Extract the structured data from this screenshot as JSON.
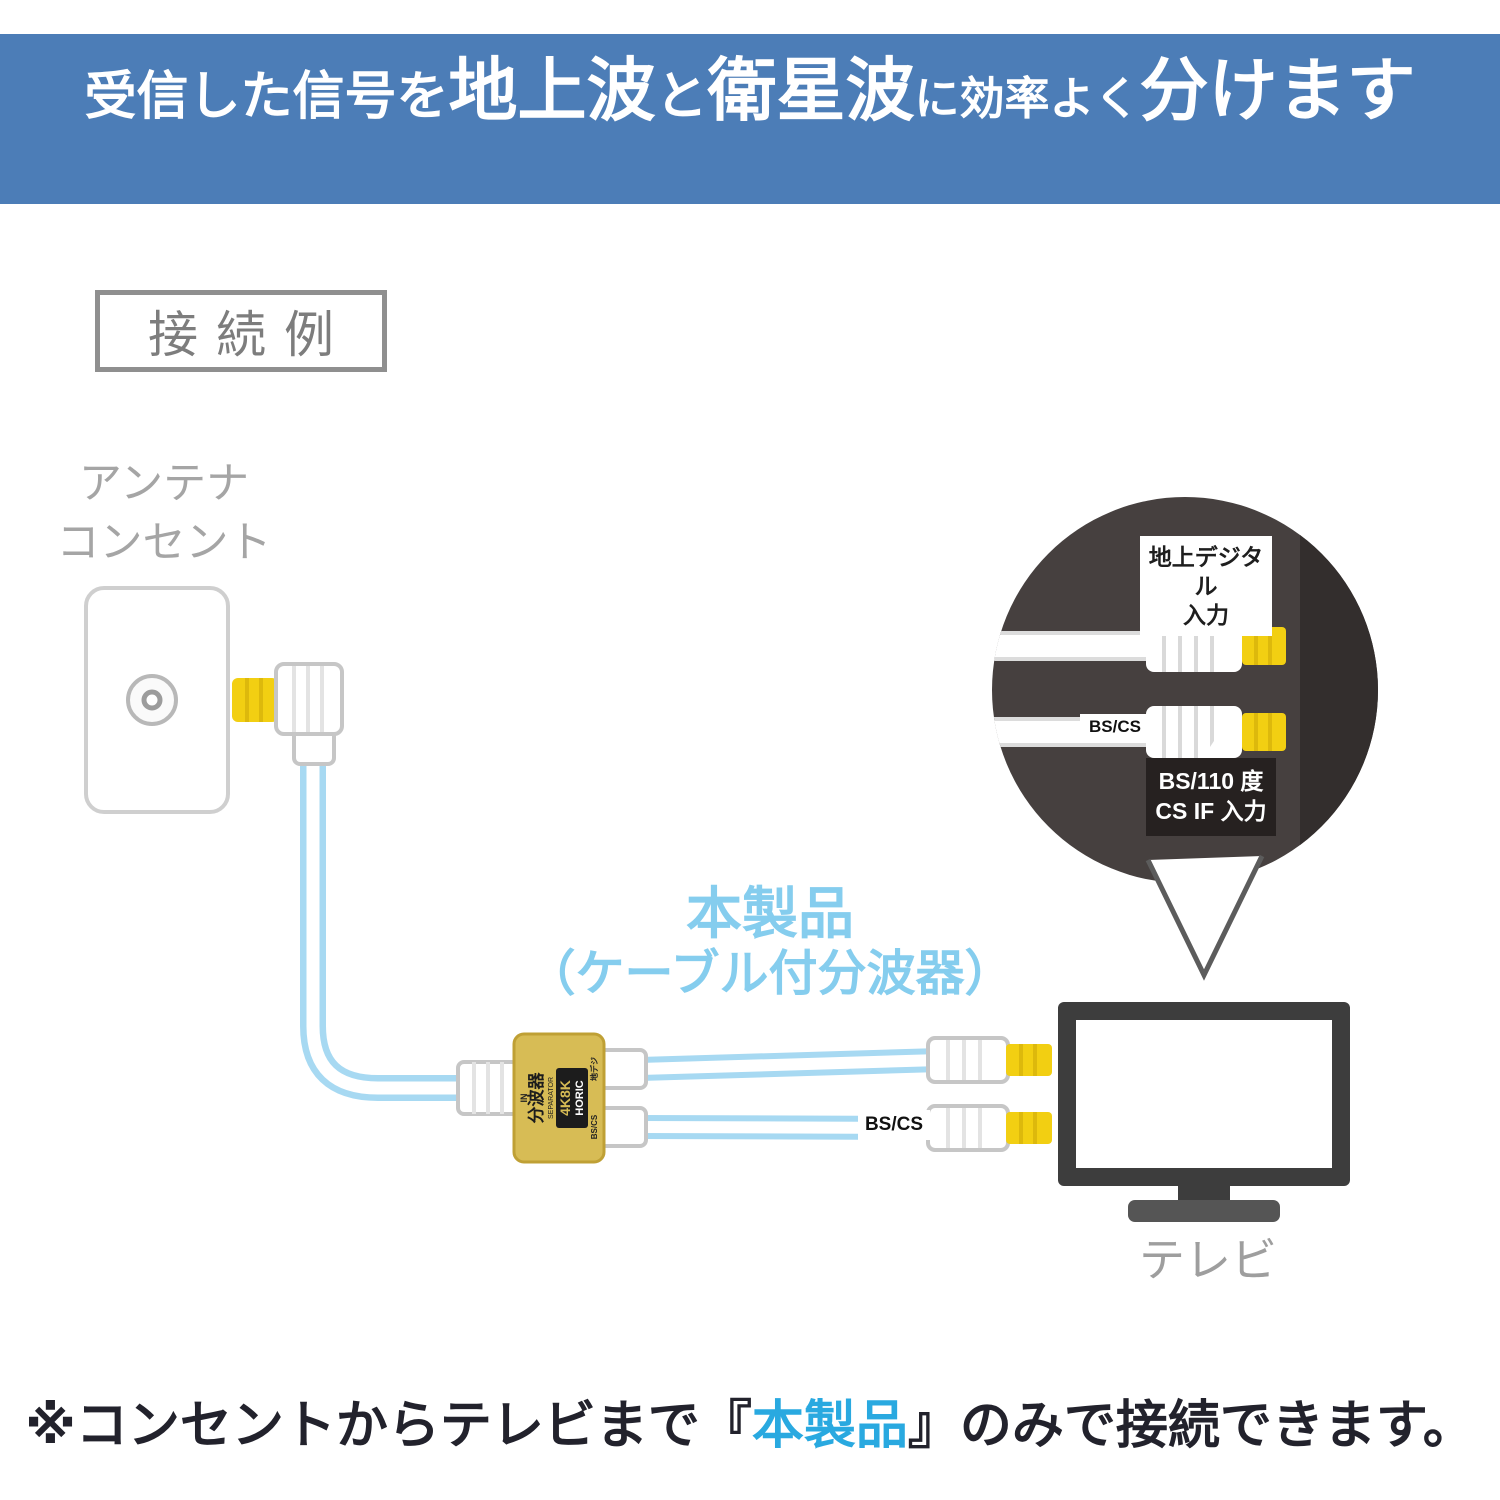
{
  "colors": {
    "header_background": "#4c7db7",
    "cable_blue": "#a7d9f2",
    "connector_yellow": "#f2cf12",
    "splitter_gold": "#d7bc55",
    "highlight_blue": "#29a9e0",
    "magnifier_dark": "#46403f"
  },
  "header": {
    "part1": "受信した信号を",
    "em1": "地上波",
    "part2": "と",
    "em2": "衛星波",
    "part3": "に効率よく",
    "em3": "分けます"
  },
  "section_label": "接続例",
  "antenna_outlet": {
    "label_line1": "アンテナ",
    "label_line2": "コンセント"
  },
  "product_label": {
    "line1": "本製品",
    "line2": "（ケーブル付分波器）"
  },
  "splitter": {
    "in_label": "IN",
    "name": "分波器",
    "name_en": "SEPARATOR",
    "brand_top": "4K8K",
    "brand_bottom": "HORIC",
    "out_terrestrial": "地デジ",
    "out_satellite": "BS/CS"
  },
  "cable_tag": "BS/CS",
  "magnifier": {
    "terrestrial_line1": "地上デジタル",
    "terrestrial_line2": "入力",
    "bscs_tag": "BS/CS",
    "satellite_line1": "BS/110 度",
    "satellite_line2": "CS IF 入力"
  },
  "tv_label": "テレビ",
  "footer": {
    "prefix": "※コンセントからテレビまで",
    "open_bracket": "『",
    "highlight": "本製品",
    "close_bracket": "』",
    "suffix": "のみで接続できます。"
  }
}
